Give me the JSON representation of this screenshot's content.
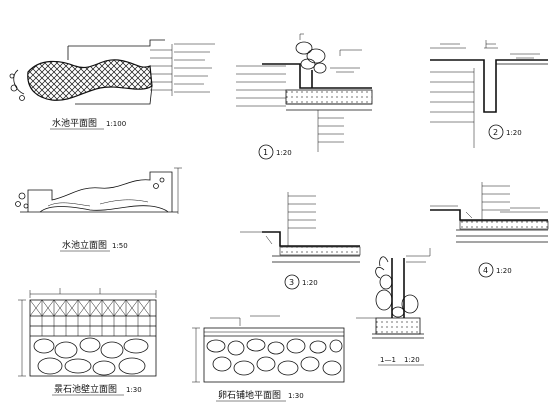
{
  "drawings": {
    "pool_plan": {
      "title": "水池平面图",
      "scale": "1:100"
    },
    "pool_elevation": {
      "title": "水池立面图",
      "scale": "1:50"
    },
    "stone_wall": {
      "title": "景石池壁立面图",
      "scale": "1:30"
    },
    "paving": {
      "title": "卵石铺地平面图",
      "scale": "1:30"
    },
    "detail_1": {
      "number": "1",
      "scale": "1:20"
    },
    "detail_2": {
      "number": "2",
      "scale": "1:20"
    },
    "detail_3": {
      "number": "3",
      "scale": "1:20"
    },
    "detail_4": {
      "number": "4",
      "scale": "1:20"
    },
    "section_1_1": {
      "title": "1—1",
      "scale": "1:20"
    }
  }
}
